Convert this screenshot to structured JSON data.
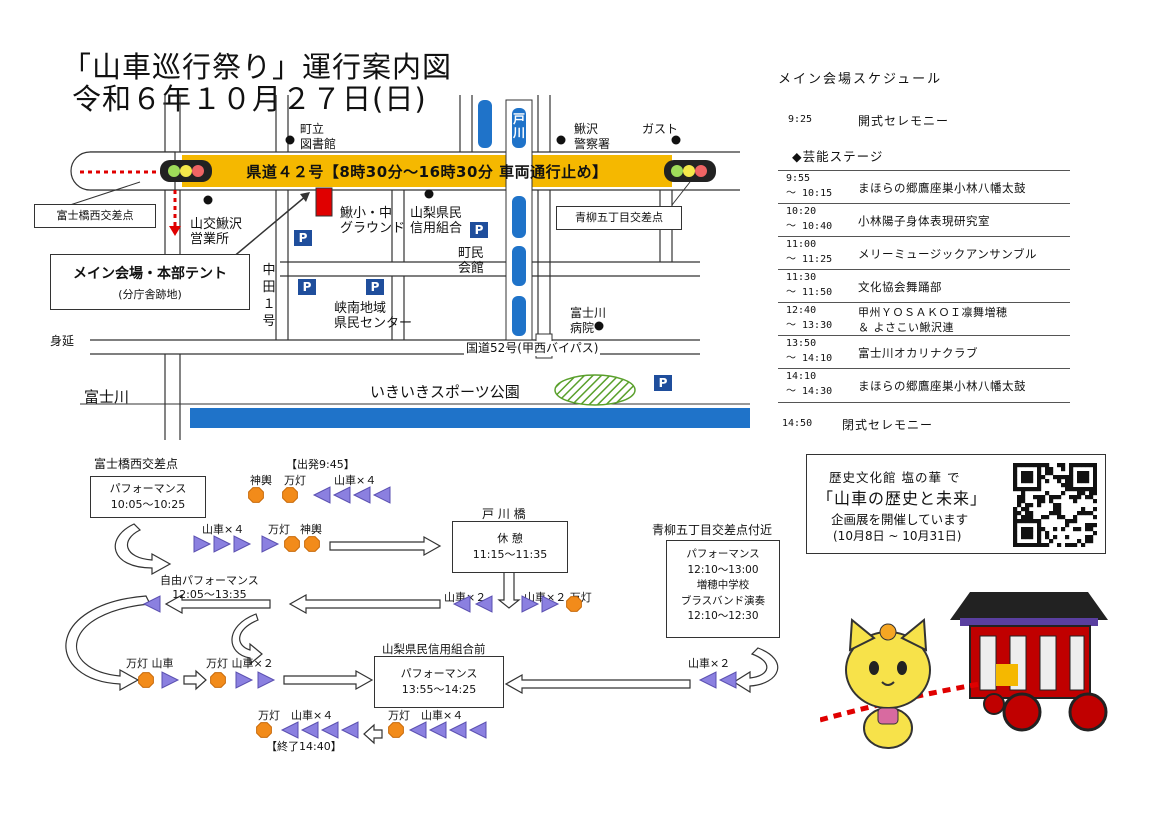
{
  "title": {
    "line1": "「山車巡行祭り」運行案内図",
    "line2": "令和６年１０月２７日(日)"
  },
  "map": {
    "road_banner": "県道４２号【8時30分～16時30分 車両通行止め】",
    "river_vertical": "戸川",
    "labels": {
      "library": "町立\n図書館",
      "kajikazawa_police": "鰍沢\n警察署",
      "gusto": "ガスト",
      "fujibashi_nishi": "富士橋西交差点",
      "aoyagi": "青柳五丁目交差点",
      "sanko": "山交鰍沢\n営業所",
      "school": "鰍小・中\nグラウンド",
      "credit": "山梨県民\n信用組合",
      "town_hall": "町民\n会館",
      "nakada": "中\n田\n１\n号",
      "kyonan": "峡南地域\n県民センター",
      "hospital": "富士川\n病院",
      "minobu": "身延",
      "route52": "国道52号(甲西バイパス)",
      "ikiiki": "いきいきスポーツ公園",
      "fujikawa": "富士川",
      "parking": "P"
    },
    "main_venue": {
      "title": "メイン会場・本部テント",
      "sub": "(分庁舎跡地)"
    }
  },
  "schedule": {
    "title": "メイン会場スケジュール",
    "opening": {
      "time": "9:25",
      "name": "開式セレモニー"
    },
    "stage_title": "◆芸能ステージ",
    "items": [
      {
        "start": "9:55",
        "end": "～ 10:15",
        "name": "まほらの郷鷹座巣小林八幡太鼓"
      },
      {
        "start": "10:20",
        "end": "～ 10:40",
        "name": "小林陽子身体表現研究室"
      },
      {
        "start": "11:00",
        "end": "～ 11:25",
        "name": "メリーミュージックアンサンブル"
      },
      {
        "start": "11:30",
        "end": "～ 11:50",
        "name": "文化協会舞踊部"
      },
      {
        "start": "12:40",
        "end": "～ 13:30",
        "name": "甲州ＹＯＳＡＫＯＩ凛舞増穂\n＆ よさこい鰍沢連"
      },
      {
        "start": "13:50",
        "end": "～ 14:10",
        "name": "富士川オカリナクラブ"
      },
      {
        "start": "14:10",
        "end": "～ 14:30",
        "name": "まほらの郷鷹座巣小林八幡太鼓"
      }
    ],
    "closing": {
      "time": "14:50",
      "name": "閉式セレモニー"
    }
  },
  "flow": {
    "fuji_title": "富士橋西交差点",
    "fuji_box": "パフォーマンス\n10:05～10:25",
    "start": "【出発9:45】",
    "row1_labels": {
      "mikoshi": "神輿",
      "mando": "万灯",
      "dashi": "山車×４"
    },
    "row2_labels": {
      "dashi": "山車×４",
      "mando": "万灯",
      "mikoshi": "神輿"
    },
    "togawa_title": "戸 川 橋",
    "togawa_box": "休 憩\n11:15～11:35",
    "aoyagi_title": "青柳五丁目交差点付近",
    "aoyagi_box": "パフォーマンス\n12:10～13:00\n増穂中学校\nブラスバンド演奏\n12:10～12:30",
    "free_perf": "自由パフォーマンス\n12:05～13:35",
    "dashi2a": "山車×２",
    "dashi2b": "山車×２ 万灯",
    "dashi2c": "山車×２",
    "row4_a": "万灯 山車",
    "row4_b": "万灯 山車×２",
    "credit_title": "山梨県民信用組合前",
    "credit_box": "パフォーマンス\n13:55～14:25",
    "row5_a": "万灯　山車×４",
    "row5_b": "万灯　山車×４",
    "end": "【終了14:40】"
  },
  "museum": {
    "line1": "歴史文化館 塩の華 で",
    "line2": "「山車の歴史と未来」",
    "line3": "企画展を開催しています",
    "line4": "(10月8日 ~ 10月31日)"
  },
  "colors": {
    "road_yellow": "#f5b800",
    "river_blue": "#1f73c9",
    "parking_blue": "#1f4e9c",
    "dashi_purple": "#8b80e0",
    "mando_orange": "#f28b1a",
    "marker_red": "#e00000"
  }
}
